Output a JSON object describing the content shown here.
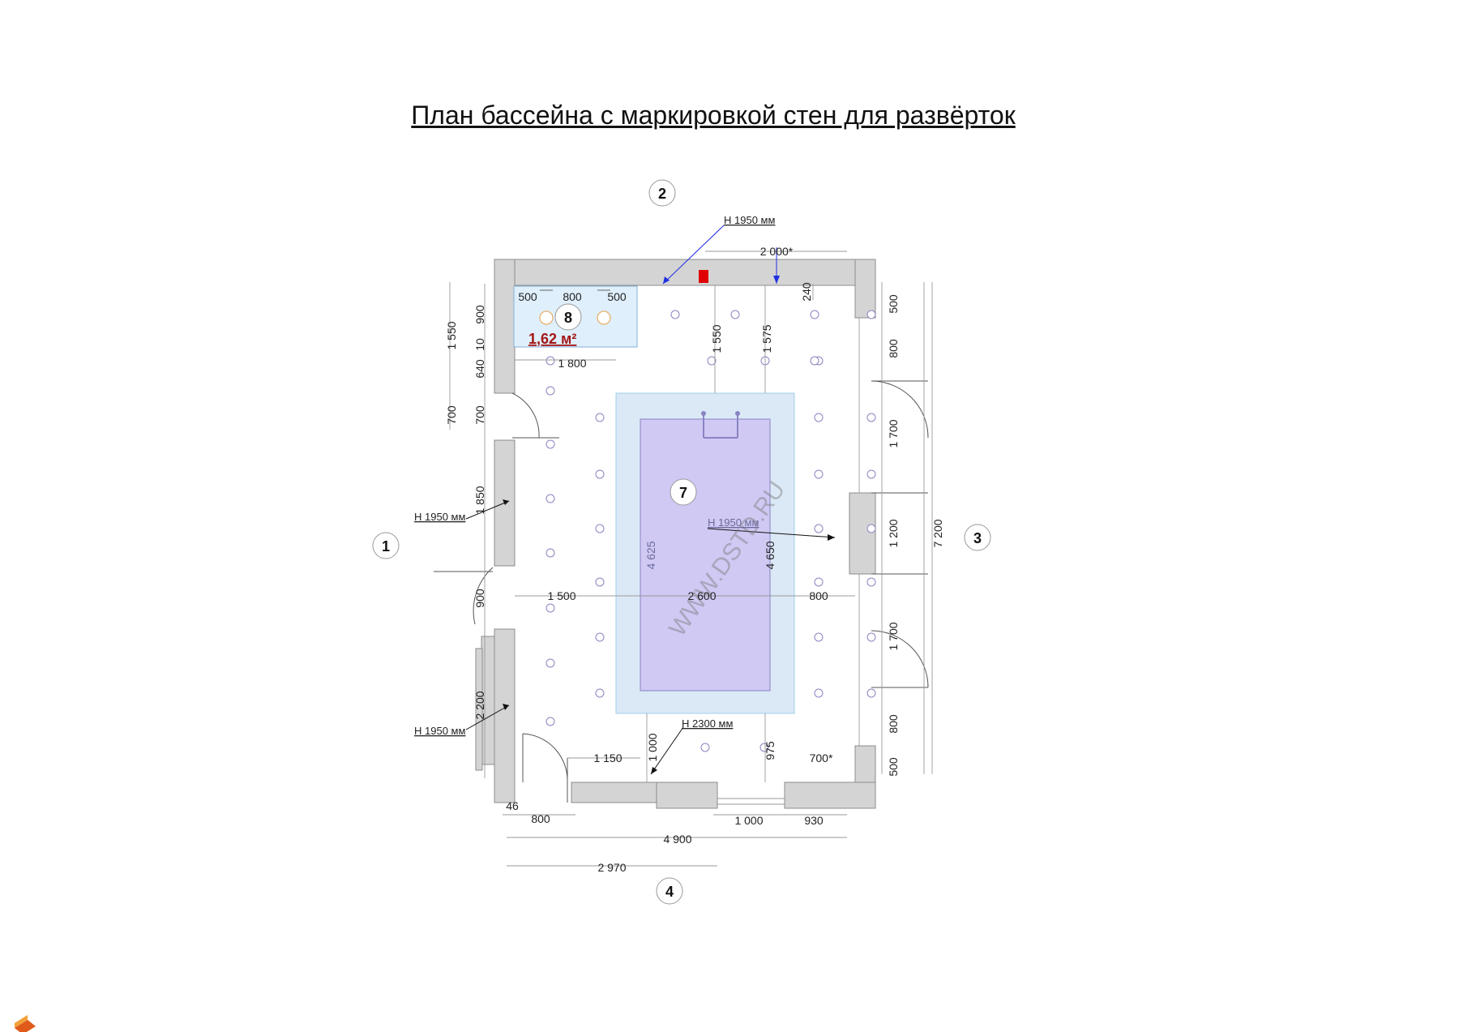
{
  "title": "План бассейна с маркировкой стен для развёрток",
  "markers": {
    "m1": "1",
    "m2": "2",
    "m3": "3",
    "m4": "4",
    "m7": "7",
    "m8": "8"
  },
  "area_label": "1,62 м²",
  "watermark": "WWW.DSTD.RU",
  "heights": {
    "top": "H 1950 мм",
    "left_upper": "H 1950 мм",
    "left_lower": "H 1950 мм",
    "right": "H 1950 мм",
    "bottom": "H 2300 мм"
  },
  "dims": {
    "top_2000": "2 000*",
    "d240": "240",
    "z500a": "500",
    "z800": "800",
    "z500b": "500",
    "z1800": "1 800",
    "v1550_left": "1 550",
    "v900_left": "900",
    "v10": "10",
    "v640": "640",
    "v700_outer": "700",
    "v700_inner": "700",
    "v1850": "1 850",
    "v900_door": "900",
    "v2200": "2 200",
    "v1550_pool": "1 550",
    "v1575": "1 575",
    "h1500": "1 500",
    "h2600": "2 600",
    "h800": "800",
    "v4625": "4 625",
    "v4650": "4 650",
    "v1000": "1 000",
    "v975": "975",
    "h1150": "1 150",
    "h700s": "700*",
    "b46": "46",
    "b800": "800",
    "b1000": "1 000",
    "b930": "930",
    "b4900": "4 900",
    "b2970": "2 970",
    "r500a": "500",
    "r800a": "800",
    "r1700a": "1 700",
    "r1200": "1 200",
    "r1700b": "1 700",
    "r800b": "800",
    "r500b": "500",
    "r7200": "7 200"
  },
  "colors": {
    "wall": "#d4d4d4",
    "pool_outer": "#dbe9f7",
    "pool_inner": "#cfc9f4",
    "zone8": "#dfeffb",
    "area_text": "#a31515",
    "marker_red": "#e00000",
    "arrow_blue": "#1f2fe0"
  }
}
